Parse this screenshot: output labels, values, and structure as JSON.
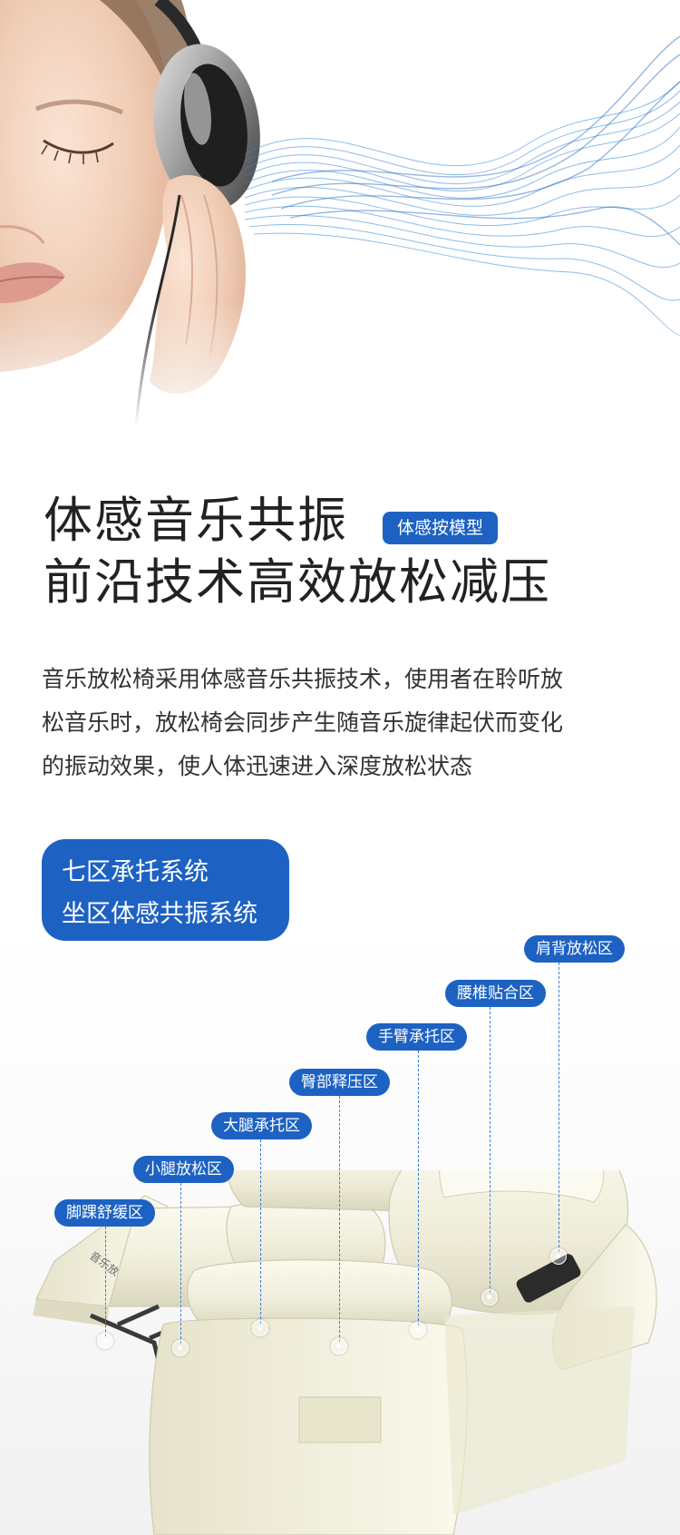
{
  "headline": {
    "line1": "体感音乐共振",
    "line2": "前沿技术高效放松减压",
    "tag": "体感按模型"
  },
  "description": {
    "line1": "音乐放松椅采用体感音乐共振技术，使用者在聆听放",
    "line2": "松音乐时，放松椅会同步产生随音乐旋律起伏而变化",
    "line3": "的振动效果，使人体迅速进入深度放松状态"
  },
  "badge": {
    "line1": "七区承托系统",
    "line2": "坐区体感共振系统"
  },
  "zones": [
    {
      "label": "脚踝舒缓区"
    },
    {
      "label": "小腿放松区"
    },
    {
      "label": "大腿承托区"
    },
    {
      "label": "臀部释压区"
    },
    {
      "label": "手臂承托区"
    },
    {
      "label": "腰椎贴合区"
    },
    {
      "label": "肩背放松区"
    }
  ],
  "chair_footrest_text": "音乐放松系统",
  "colors": {
    "accent_blue": "#1d62c2",
    "wave_blue": "#2f86d8",
    "chair_cream": "#f1f0df"
  }
}
